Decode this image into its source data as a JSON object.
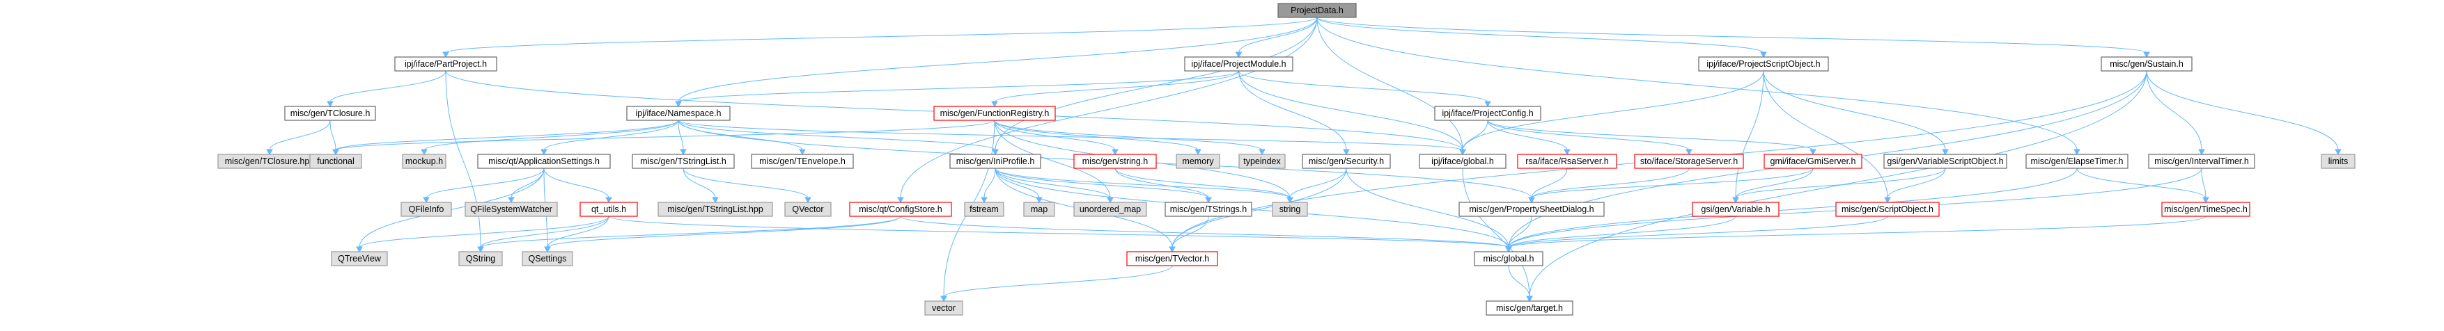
{
  "graph": {
    "colors": {
      "edge": "#63b8ff",
      "node_border": "#666666",
      "focus_fill": "#999999",
      "external_fill": "#e0e0e0",
      "truncated_border": "#ff0000"
    },
    "nodes": [
      {
        "id": "projectdata",
        "label": "ProjectData.h",
        "style": "focus"
      },
      {
        "id": "partproject",
        "label": "ipj/iface/PartProject.h",
        "style": "normal"
      },
      {
        "id": "projectmodule",
        "label": "ipj/iface/ProjectModule.h",
        "style": "normal"
      },
      {
        "id": "projectscriptobject",
        "label": "ipj/iface/ProjectScriptObject.h",
        "style": "normal"
      },
      {
        "id": "sustain",
        "label": "misc/gen/Sustain.h",
        "style": "normal"
      },
      {
        "id": "tclosure",
        "label": "misc/gen/TClosure.h",
        "style": "normal"
      },
      {
        "id": "namespace",
        "label": "ipj/iface/Namespace.h",
        "style": "normal"
      },
      {
        "id": "functionregistry",
        "label": "misc/gen/FunctionRegistry.h",
        "style": "red"
      },
      {
        "id": "projectconfig",
        "label": "ipj/iface/ProjectConfig.h",
        "style": "normal"
      },
      {
        "id": "tclosurehpp",
        "label": "misc/gen/TClosure.hpp",
        "style": "ext"
      },
      {
        "id": "functional",
        "label": "functional",
        "style": "ext"
      },
      {
        "id": "mockup",
        "label": "mockup.h",
        "style": "ext"
      },
      {
        "id": "appsettings",
        "label": "misc/qt/ApplicationSettings.h",
        "style": "normal"
      },
      {
        "id": "tstringlist",
        "label": "misc/gen/TStringList.h",
        "style": "normal"
      },
      {
        "id": "tenvelope",
        "label": "misc/gen/TEnvelope.h",
        "style": "normal"
      },
      {
        "id": "iniprofile",
        "label": "misc/gen/IniProfile.h",
        "style": "normal"
      },
      {
        "id": "miscstring",
        "label": "misc/gen/string.h",
        "style": "red"
      },
      {
        "id": "memory",
        "label": "memory",
        "style": "ext"
      },
      {
        "id": "typeindex",
        "label": "typeindex",
        "style": "ext"
      },
      {
        "id": "security",
        "label": "misc/gen/Security.h",
        "style": "normal"
      },
      {
        "id": "ipjglobal",
        "label": "ipj/iface/global.h",
        "style": "normal"
      },
      {
        "id": "rsaserver",
        "label": "rsa/iface/RsaServer.h",
        "style": "red"
      },
      {
        "id": "storageserver",
        "label": "sto/iface/StorageServer.h",
        "style": "red"
      },
      {
        "id": "gmiserver",
        "label": "gmi/iface/GmiServer.h",
        "style": "red"
      },
      {
        "id": "varscriptobject",
        "label": "gsi/gen/VariableScriptObject.h",
        "style": "normal"
      },
      {
        "id": "elapsetimer",
        "label": "misc/gen/ElapseTimer.h",
        "style": "normal"
      },
      {
        "id": "intervaltimer",
        "label": "misc/gen/IntervalTimer.h",
        "style": "normal"
      },
      {
        "id": "limits",
        "label": "limits",
        "style": "ext"
      },
      {
        "id": "qfileinfo",
        "label": "QFileInfo",
        "style": "ext"
      },
      {
        "id": "qfswatcher",
        "label": "QFileSystemWatcher",
        "style": "ext"
      },
      {
        "id": "qtutils",
        "label": "qt_utils.h",
        "style": "red"
      },
      {
        "id": "tstringlisthpp",
        "label": "misc/gen/TStringList.hpp",
        "style": "ext"
      },
      {
        "id": "qvector",
        "label": "QVector",
        "style": "ext"
      },
      {
        "id": "configstore",
        "label": "misc/qt/ConfigStore.h",
        "style": "red"
      },
      {
        "id": "fstream",
        "label": "fstream",
        "style": "ext"
      },
      {
        "id": "map",
        "label": "map",
        "style": "ext"
      },
      {
        "id": "unorderedmap",
        "label": "unordered_map",
        "style": "ext"
      },
      {
        "id": "tstrings",
        "label": "misc/gen/TStrings.h",
        "style": "normal"
      },
      {
        "id": "string",
        "label": "string",
        "style": "ext"
      },
      {
        "id": "propsheetdialog",
        "label": "misc/gen/PropertySheetDialog.h",
        "style": "normal"
      },
      {
        "id": "gsivariable",
        "label": "gsi/gen/Variable.h",
        "style": "red"
      },
      {
        "id": "scriptobject",
        "label": "misc/gen/ScriptObject.h",
        "style": "red"
      },
      {
        "id": "timespec",
        "label": "misc/gen/TimeSpec.h",
        "style": "red"
      },
      {
        "id": "qtreeview",
        "label": "QTreeView",
        "style": "ext"
      },
      {
        "id": "qstring",
        "label": "QString",
        "style": "ext"
      },
      {
        "id": "qsettings",
        "label": "QSettings",
        "style": "ext"
      },
      {
        "id": "tvector",
        "label": "misc/gen/TVector.h",
        "style": "red"
      },
      {
        "id": "miscglobal",
        "label": "misc/global.h",
        "style": "normal"
      },
      {
        "id": "vector",
        "label": "vector",
        "style": "ext"
      },
      {
        "id": "target",
        "label": "misc/gen/target.h",
        "style": "normal"
      }
    ],
    "edges": [
      [
        "projectdata",
        "partproject"
      ],
      [
        "projectdata",
        "projectmodule"
      ],
      [
        "projectdata",
        "projectscriptobject"
      ],
      [
        "projectdata",
        "sustain"
      ],
      [
        "projectdata",
        "namespace"
      ],
      [
        "projectdata",
        "ipjglobal"
      ],
      [
        "projectdata",
        "iniprofile"
      ],
      [
        "projectdata",
        "configstore"
      ],
      [
        "projectdata",
        "elapsetimer"
      ],
      [
        "partproject",
        "tclosure"
      ],
      [
        "partproject",
        "ipjglobal"
      ],
      [
        "partproject",
        "qstring"
      ],
      [
        "tclosure",
        "tclosurehpp"
      ],
      [
        "tclosure",
        "functional"
      ],
      [
        "projectmodule",
        "namespace"
      ],
      [
        "projectmodule",
        "functionregistry"
      ],
      [
        "projectmodule",
        "projectconfig"
      ],
      [
        "projectmodule",
        "security"
      ],
      [
        "projectmodule",
        "ipjglobal"
      ],
      [
        "namespace",
        "functional"
      ],
      [
        "namespace",
        "mockup"
      ],
      [
        "namespace",
        "appsettings"
      ],
      [
        "namespace",
        "tstringlist"
      ],
      [
        "namespace",
        "tenvelope"
      ],
      [
        "namespace",
        "iniprofile"
      ],
      [
        "namespace",
        "ipjglobal"
      ],
      [
        "namespace",
        "propsheetdialog"
      ],
      [
        "functionregistry",
        "functional"
      ],
      [
        "functionregistry",
        "miscstring"
      ],
      [
        "functionregistry",
        "memory"
      ],
      [
        "functionregistry",
        "typeindex"
      ],
      [
        "functionregistry",
        "unorderedmap"
      ],
      [
        "functionregistry",
        "string"
      ],
      [
        "functionregistry",
        "vector"
      ],
      [
        "projectconfig",
        "ipjglobal"
      ],
      [
        "projectconfig",
        "rsaserver"
      ],
      [
        "projectconfig",
        "storageserver"
      ],
      [
        "projectconfig",
        "gmiserver"
      ],
      [
        "projectscriptobject",
        "ipjglobal"
      ],
      [
        "projectscriptobject",
        "varscriptobject"
      ],
      [
        "projectscriptobject",
        "scriptobject"
      ],
      [
        "projectscriptobject",
        "gsivariable"
      ],
      [
        "sustain",
        "intervaltimer"
      ],
      [
        "sustain",
        "limits"
      ],
      [
        "sustain",
        "miscglobal"
      ],
      [
        "sustain",
        "target"
      ],
      [
        "sustain",
        "tvector"
      ],
      [
        "elapsetimer",
        "timespec"
      ],
      [
        "elapsetimer",
        "miscglobal"
      ],
      [
        "intervaltimer",
        "timespec"
      ],
      [
        "intervaltimer",
        "miscglobal"
      ],
      [
        "timespec",
        "miscglobal"
      ],
      [
        "appsettings",
        "qfileinfo"
      ],
      [
        "appsettings",
        "qfswatcher"
      ],
      [
        "appsettings",
        "qtutils"
      ],
      [
        "appsettings",
        "qsettings"
      ],
      [
        "appsettings",
        "qtreeview"
      ],
      [
        "qtutils",
        "qtreeview"
      ],
      [
        "qtutils",
        "qstring"
      ],
      [
        "qtutils",
        "qsettings"
      ],
      [
        "qtutils",
        "miscglobal"
      ],
      [
        "tstringlist",
        "tstringlisthpp"
      ],
      [
        "tstringlist",
        "qvector"
      ],
      [
        "iniprofile",
        "fstream"
      ],
      [
        "iniprofile",
        "map"
      ],
      [
        "iniprofile",
        "unorderedmap"
      ],
      [
        "iniprofile",
        "tstrings"
      ],
      [
        "iniprofile",
        "string"
      ],
      [
        "iniprofile",
        "miscglobal"
      ],
      [
        "iniprofile",
        "tvector"
      ],
      [
        "miscstring",
        "tstrings"
      ],
      [
        "miscstring",
        "string"
      ],
      [
        "security",
        "string"
      ],
      [
        "security",
        "tvector"
      ],
      [
        "security",
        "miscglobal"
      ],
      [
        "ipjglobal",
        "target"
      ],
      [
        "rsaserver",
        "propsheetdialog"
      ],
      [
        "storageserver",
        "propsheetdialog"
      ],
      [
        "gmiserver",
        "gsivariable"
      ],
      [
        "gmiserver",
        "propsheetdialog"
      ],
      [
        "varscriptobject",
        "gsivariable"
      ],
      [
        "varscriptobject",
        "scriptobject"
      ],
      [
        "scriptobject",
        "miscglobal"
      ],
      [
        "gsivariable",
        "miscglobal"
      ],
      [
        "propsheetdialog",
        "miscglobal"
      ],
      [
        "configstore",
        "qstring"
      ],
      [
        "configstore",
        "qsettings"
      ],
      [
        "configstore",
        "miscglobal"
      ],
      [
        "tstrings",
        "tvector"
      ],
      [
        "tvector",
        "vector"
      ],
      [
        "miscglobal",
        "target"
      ]
    ]
  }
}
